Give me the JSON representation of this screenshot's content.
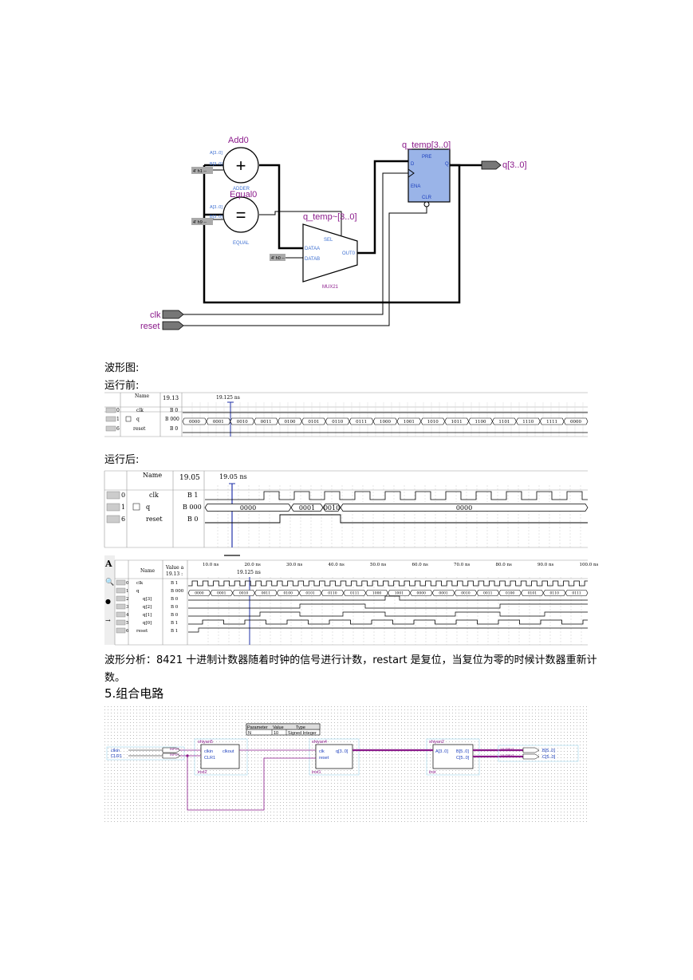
{
  "schematic1": {
    "add_title": "Add0",
    "add_port_a": "A[3..0]",
    "add_port_b": "B[3..0]",
    "add_const": "4' h1 --",
    "add_symbol": "+",
    "add_name": "ADDER",
    "equal_title": "Equal0",
    "equal_port_a": "A[3..0]",
    "equal_port_b": "B[3..0]",
    "equal_const": "4' h9 --",
    "equal_symbol": "=",
    "equal_name": "EQUAL",
    "mux_title": "q_temp~[3..0]",
    "mux_sel": "SEL",
    "mux_dataa": "DATAA",
    "mux_datab": "DATAB",
    "mux_out": "OUT0",
    "mux_const": "4' h0 --",
    "mux_name": "MUX21",
    "reg_title": "q_temp[3..0]",
    "reg_pre": "PRE",
    "reg_d": "D",
    "reg_q": "Q",
    "reg_ena": "ENA",
    "reg_clr": "CLR",
    "output_label": "q[3..0]",
    "clk_label": "clk",
    "reset_label": "reset"
  },
  "text": {
    "waveform_heading": "波形图:",
    "before_heading": "运行前:",
    "after_heading": "运行后:",
    "analysis": "波形分析：8421 十进制计数器随着时钟的信号进行计数，restart 是复位，当复位为零的时候计数器重新计",
    "analysis_cont": "数。",
    "section5": "5.组合电路"
  },
  "wave1": {
    "col_name": "Name",
    "col_time": "19.13",
    "cursor": "19.125 ns",
    "rows": [
      {
        "idx": "0",
        "name": "clk",
        "value": "B 0"
      },
      {
        "idx": "1",
        "name": "q",
        "value": "B 000"
      },
      {
        "idx": "6",
        "name": "reset",
        "value": "B 0"
      }
    ],
    "bus_values": [
      "0000",
      "0001",
      "0010",
      "0011",
      "0100",
      "0101",
      "0110",
      "0111",
      "1000",
      "1001",
      "1010",
      "1011",
      "1100",
      "1101",
      "1110",
      "1111",
      "0000"
    ]
  },
  "wave2": {
    "col_name": "Name",
    "col_time": "19.05",
    "cursor": "19.05 ns",
    "rows": [
      {
        "idx": "0",
        "name": "clk",
        "value": "B 1"
      },
      {
        "idx": "1",
        "name": "q",
        "value": "B 000"
      },
      {
        "idx": "6",
        "name": "reset",
        "value": "B 0"
      }
    ],
    "bus_values": [
      "0000",
      "0001",
      "0010",
      "0000"
    ]
  },
  "wave3": {
    "col_name": "Name",
    "col_value": "Value a",
    "col_time": "19.13 :",
    "cursor": "19.125 ns",
    "time_ticks": [
      "10.0 ns",
      "20.0 ns",
      "30.0 ns",
      "40.0 ns",
      "50.0 ns",
      "60.0 ns",
      "70.0 ns",
      "80.0 ns",
      "90.0 ns",
      "100.0 ns"
    ],
    "rows": [
      {
        "idx": "0",
        "name": "clk",
        "value": "B 1"
      },
      {
        "idx": "1",
        "name": "q",
        "value": "B 000"
      },
      {
        "idx": "2",
        "name": "q[3]",
        "value": "B 0"
      },
      {
        "idx": "3",
        "name": "q[2]",
        "value": "B 0"
      },
      {
        "idx": "4",
        "name": "q[1]",
        "value": "B 0"
      },
      {
        "idx": "5",
        "name": "q[0]",
        "value": "B 1"
      },
      {
        "idx": "6",
        "name": "reset",
        "value": "B 1"
      }
    ],
    "bus_values": [
      "0000",
      "0001",
      "0010",
      "0011",
      "0100",
      "0101",
      "0110",
      "0111",
      "1000",
      "1001",
      "0000",
      "0001",
      "0010",
      "0011",
      "0100",
      "0101",
      "0110",
      "0111"
    ]
  },
  "schematic2": {
    "param_header": [
      "Parameter",
      "Value",
      "Type"
    ],
    "param_row": [
      "N",
      "10",
      "Signed Integer"
    ],
    "in1": "clkin",
    "in2": "CLR1",
    "input_tag": "INPUT",
    "output_tag": "OUTPUT",
    "b1_title": "shiyan5",
    "b1_ports": [
      "clkin",
      "CLR1",
      "clkout"
    ],
    "b1_inst": "inst2",
    "b2_title": "shiyan4",
    "b2_ports": [
      "clk",
      "reset",
      "q[3..0]"
    ],
    "b2_inst": "inst1",
    "b3_title": "shiyan2",
    "b3_ports": [
      "A[3..0]",
      "B[5..0]",
      "C[5..0]"
    ],
    "b3_inst": "inst",
    "out1": "B[5..0]",
    "out2": "C[5..0]"
  }
}
